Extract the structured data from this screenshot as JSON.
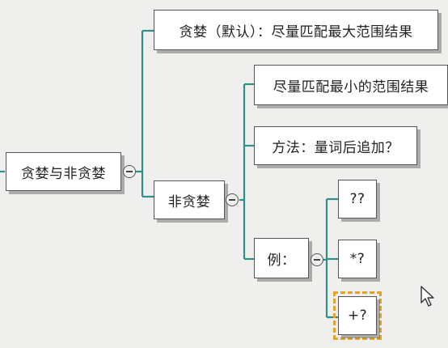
{
  "nodes": {
    "root": "贪婪与非贪婪",
    "greedy": "贪婪（默认）：尽量匹配最大范围结果",
    "nongreedy": "非贪婪",
    "min_match": "尽量匹配最小的范围结果",
    "method": "方法：量词后追加？",
    "example": "例：",
    "ex1": "??",
    "ex2": "*?",
    "ex3": "+?"
  },
  "colors": {
    "background": "#efefed",
    "connector": "#2f8f8a",
    "selection": "#e3a32c"
  },
  "icons": {
    "collapse": "collapse-minus-icon",
    "cursor": "mouse-pointer-icon"
  },
  "selected_node": "ex3"
}
